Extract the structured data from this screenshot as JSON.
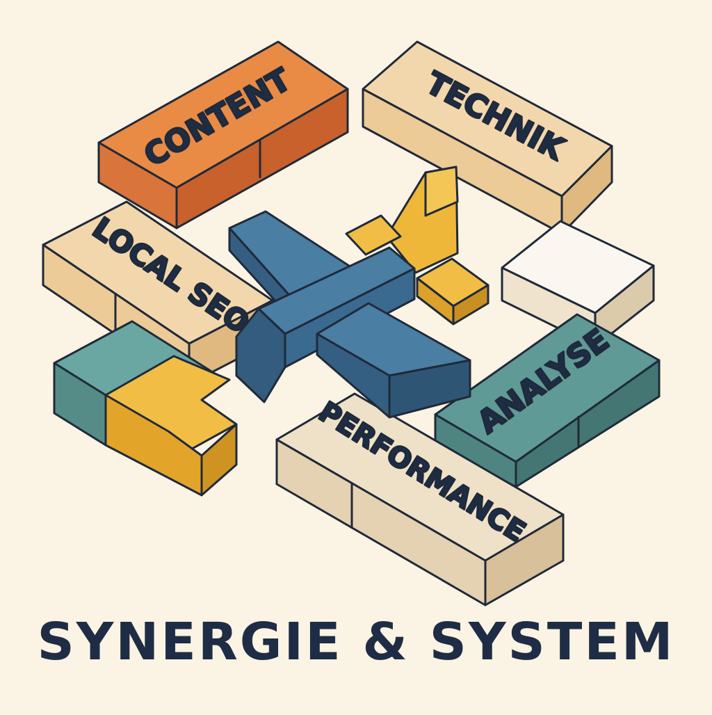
{
  "colors": {
    "background": "#fbf3e3",
    "outline": "#1f2a3a",
    "text": "#1e2d45",
    "orange": "#e98b45",
    "beige": "#f3d7ac",
    "cream": "#efe1c7",
    "white": "#fbf7f0",
    "teal": "#5f9a96",
    "yellow": "#efb73a",
    "blue": "#3e6f95"
  },
  "blocks": {
    "content": {
      "label": "CONTENT"
    },
    "technik": {
      "label": "TECHNIK"
    },
    "local_seo": {
      "label": "LOCAL SEO"
    },
    "analyse": {
      "label": "ANALYSE"
    },
    "performance": {
      "label": "PERFORMANCE"
    }
  },
  "center_icon": "airplane-icon",
  "caption": "SYNERGIE & SYSTEM"
}
